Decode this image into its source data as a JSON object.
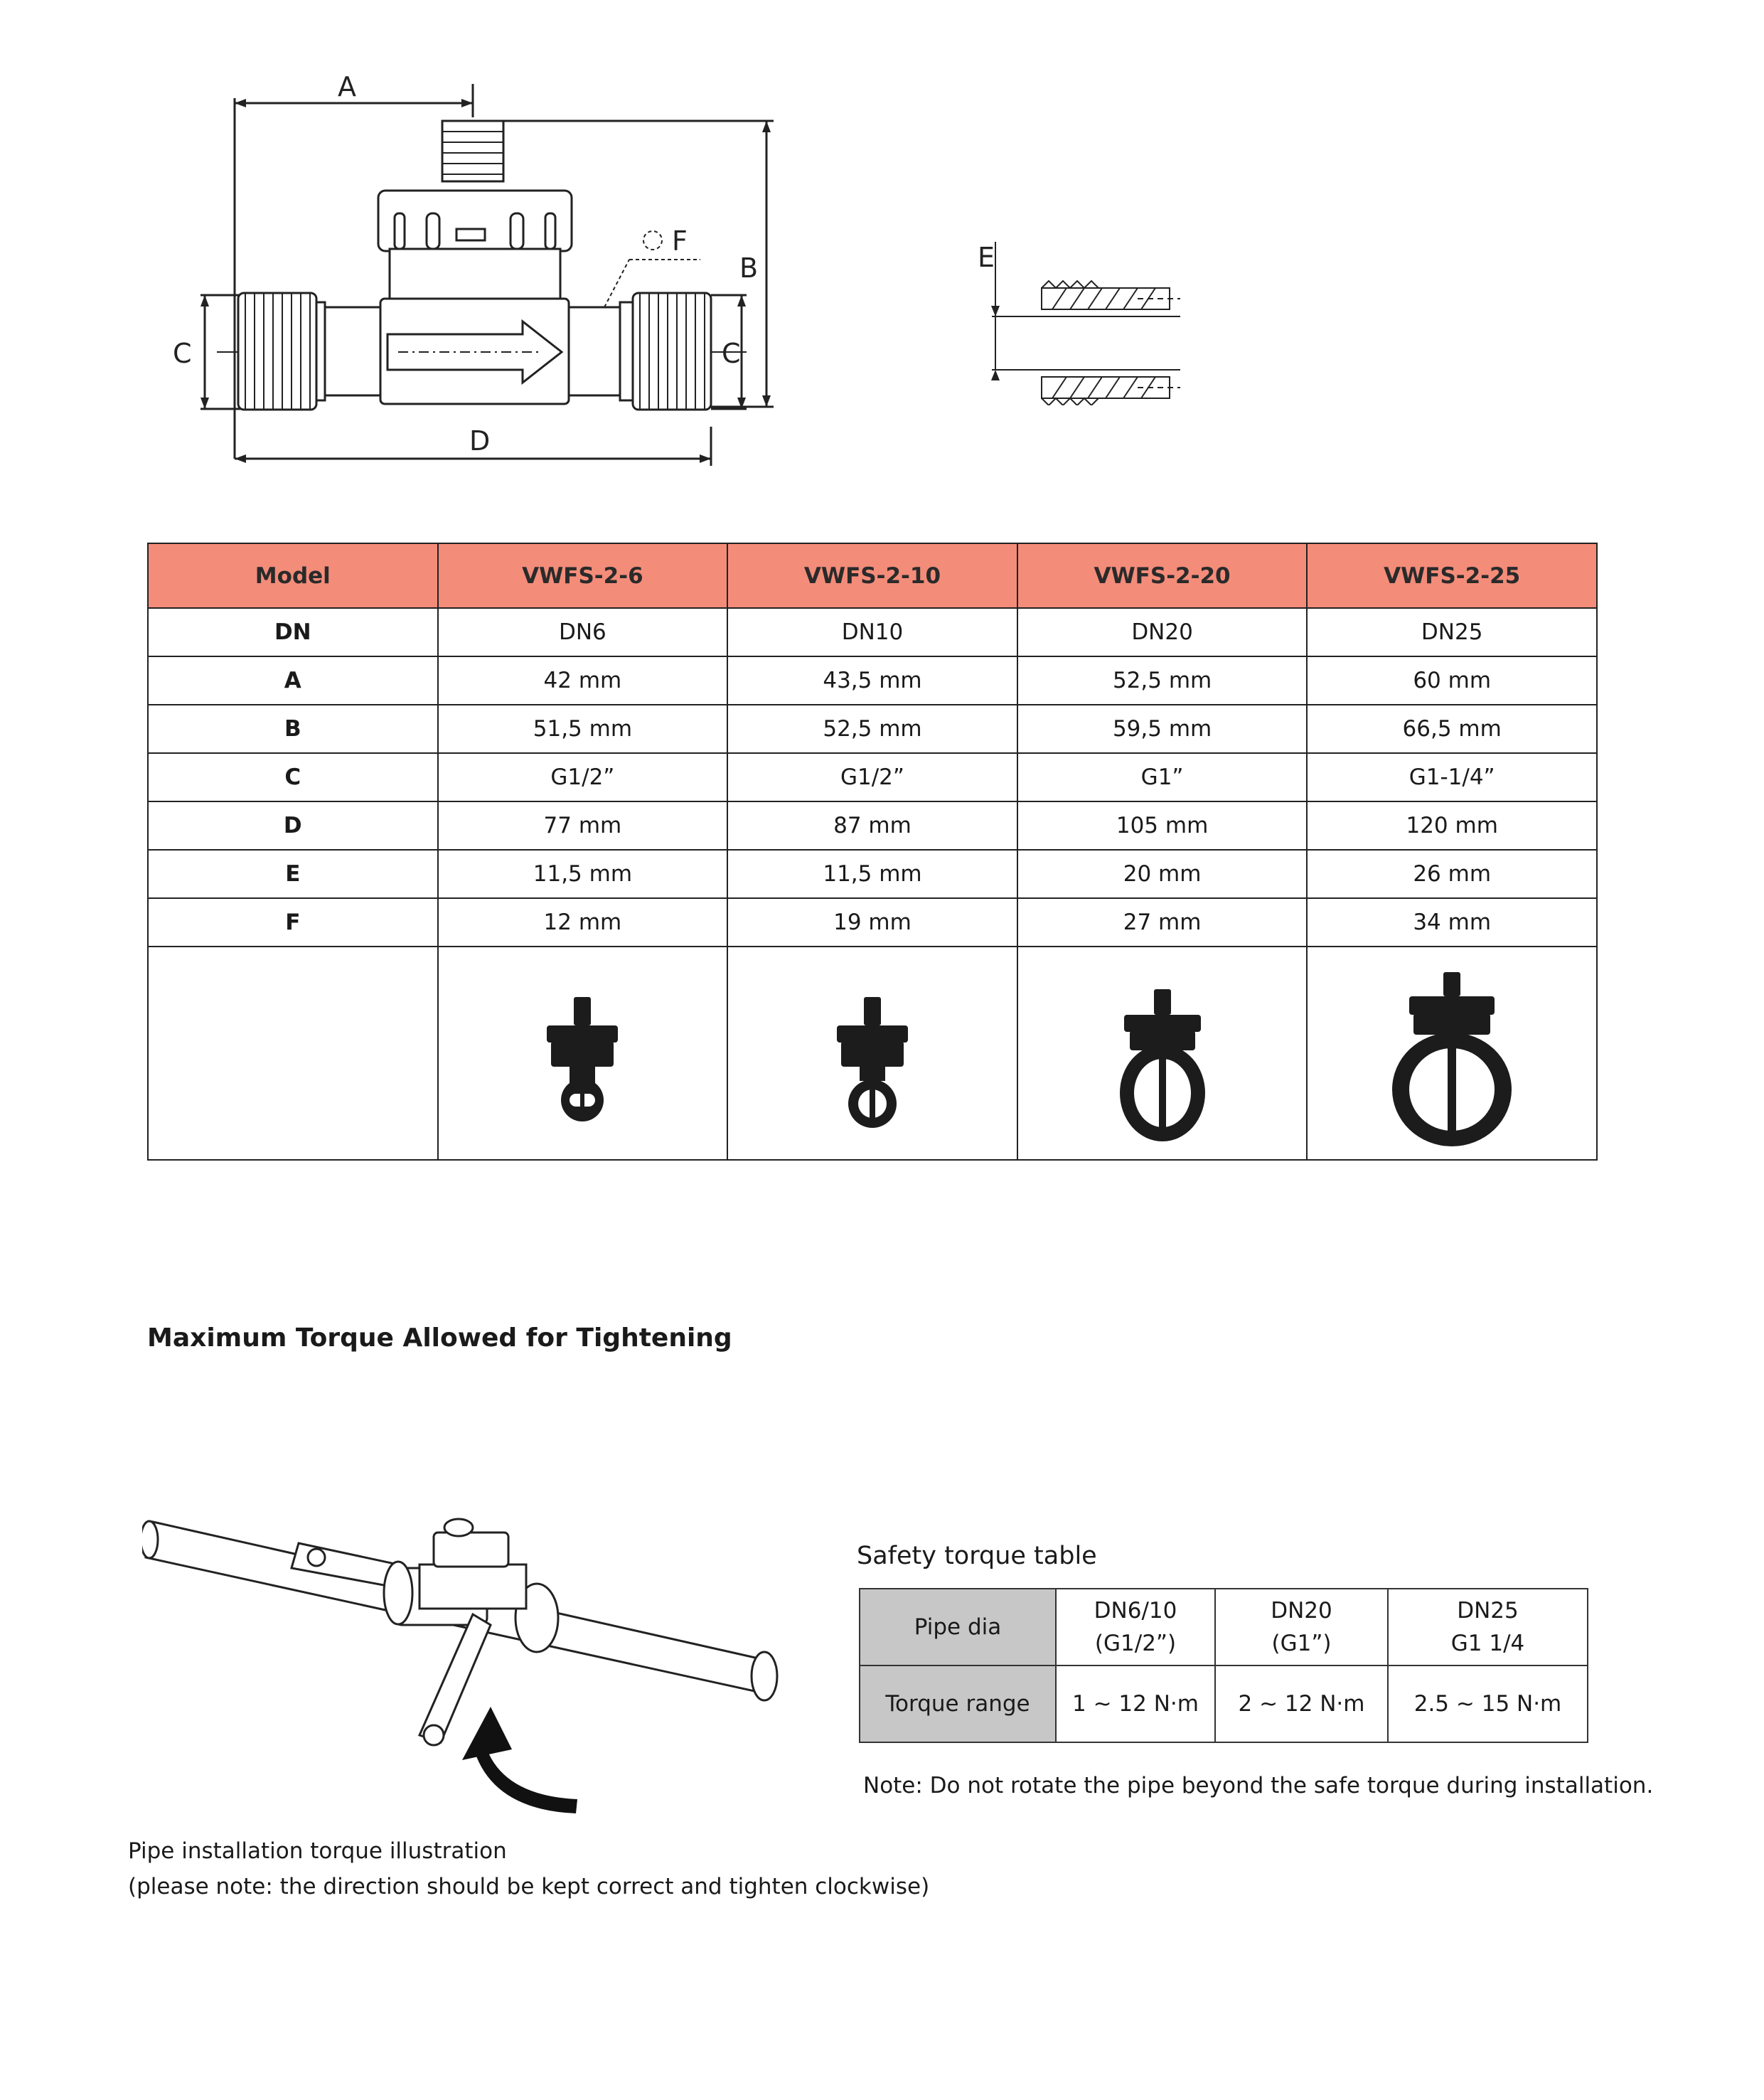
{
  "drawing": {
    "labels": {
      "A": "A",
      "B": "B",
      "C": "C",
      "D": "D",
      "E": "E",
      "F": "F"
    }
  },
  "dimension_table": {
    "header": [
      "Model",
      "VWFS-2-6",
      "VWFS-2-10",
      "VWFS-2-20",
      "VWFS-2-25"
    ],
    "rows": [
      [
        "DN",
        "DN6",
        "DN10",
        "DN20",
        "DN25"
      ],
      [
        "A",
        "42 mm",
        "43,5 mm",
        "52,5 mm",
        "60 mm"
      ],
      [
        "B",
        "51,5 mm",
        "52,5 mm",
        "59,5 mm",
        "66,5 mm"
      ],
      [
        "C",
        "G1/2”",
        "G1/2”",
        "G1”",
        "G1-1/4”"
      ],
      [
        "D",
        "77 mm",
        "87 mm",
        "105 mm",
        "120 mm"
      ],
      [
        "E",
        "11,5 mm",
        "11,5 mm",
        "20 mm",
        "26 mm"
      ],
      [
        "F",
        "12 mm",
        "19 mm",
        "27 mm",
        "34 mm"
      ]
    ],
    "header_color": "#f48c7a"
  },
  "torque_section": {
    "heading": "Maximum Torque Allowed for Tightening",
    "table_title": "Safety torque table",
    "table": {
      "header_label": "Pipe dia",
      "sizes": [
        {
          "line1": "DN6/10",
          "line2": "(G1/2”)"
        },
        {
          "line1": "DN20",
          "line2": "(G1”)"
        },
        {
          "line1": "DN25",
          "line2": "G1 1/4"
        }
      ],
      "range_label": "Torque range",
      "ranges": [
        "1 ~ 12  N·m",
        "2 ~ 12  N·m",
        "2.5 ~ 15  N·m"
      ],
      "label_cell_color": "#c7c7c7"
    },
    "note": "Note: Do not rotate the pipe beyond the safe torque during installation.",
    "caption_line1": "Pipe installation torque illustration",
    "caption_line2": "(please note: the direction should be kept correct and tighten clockwise)"
  }
}
